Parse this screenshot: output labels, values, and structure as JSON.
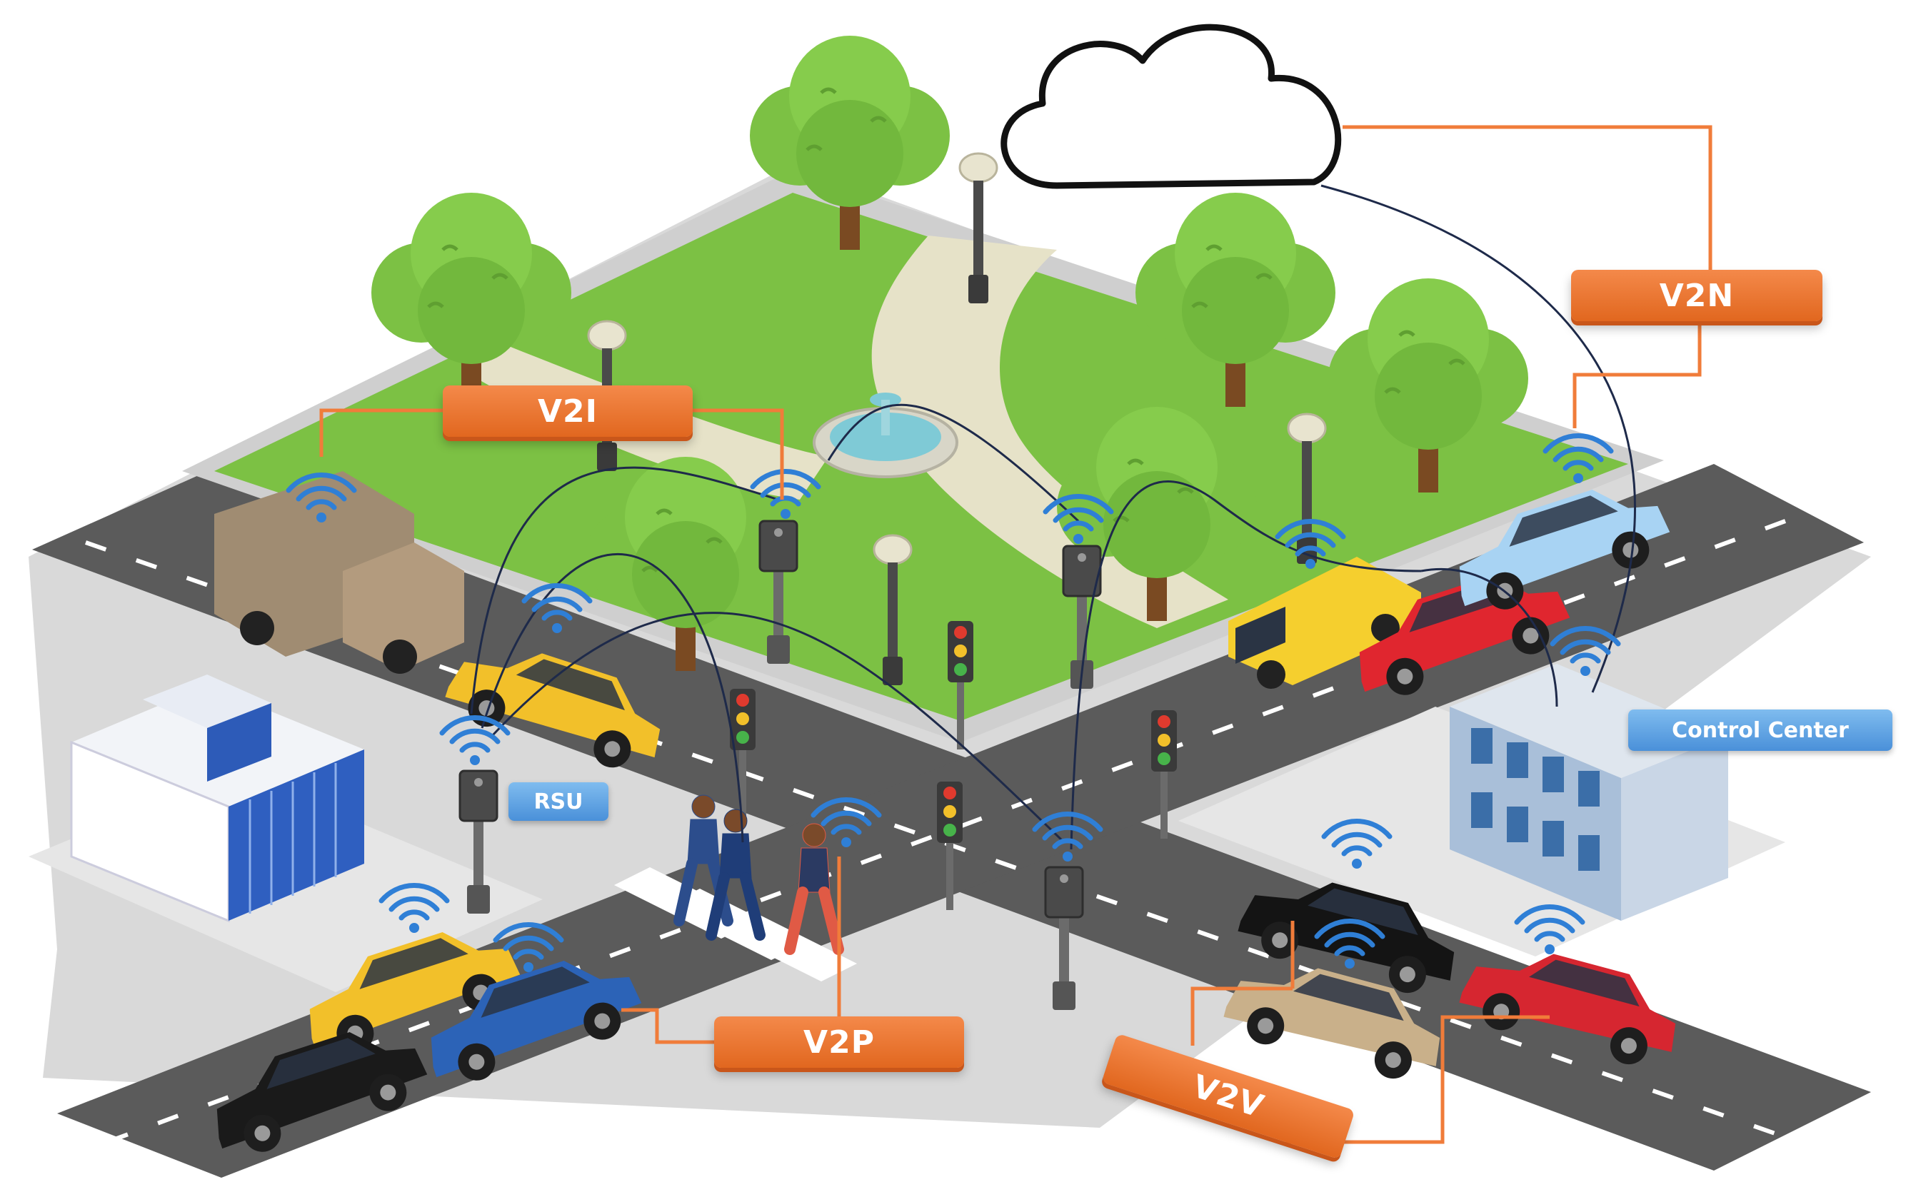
{
  "labels": {
    "v2i": "V2I",
    "v2n": "V2N",
    "v2p": "V2P",
    "v2v": "V2V",
    "rsu": "RSU",
    "control_center": "Control Center"
  },
  "colors": {
    "connector_orange": "#f07c3a",
    "label_orange": "#e8712b",
    "label_blue": "#5a9fe0",
    "signal_blue": "#2f7fd6",
    "link_navy": "#1e2a4a",
    "grass": "#7cc144",
    "road": "#5a5a5a",
    "sidewalk": "#cfcfcf"
  },
  "icons": [
    "cloud-icon",
    "wifi-icon",
    "tree-icon",
    "street-lamp-icon",
    "traffic-light-icon",
    "rsu-unit-icon",
    "fountain-icon",
    "car-icon",
    "taxi-icon",
    "bus-icon",
    "truck-icon",
    "pedestrian-icon",
    "office-building-icon",
    "control-center-building-icon"
  ]
}
